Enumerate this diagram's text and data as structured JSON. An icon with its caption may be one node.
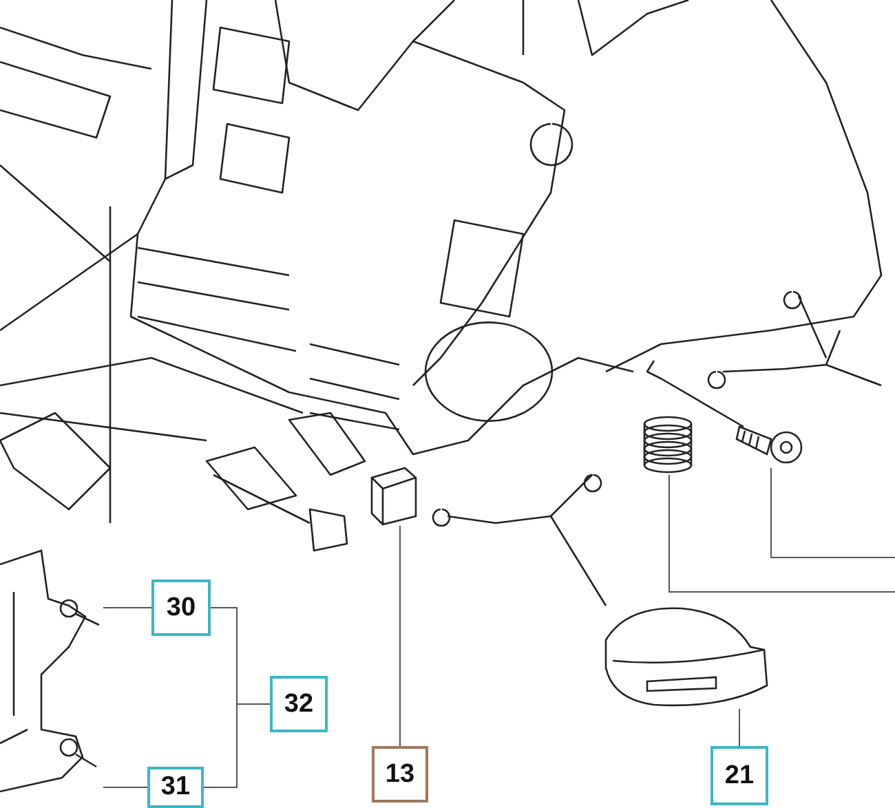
{
  "diagram": {
    "nodes": [
      {
        "text": [
          "30"
        ]
      },
      {
        "text": [
          "32"
        ]
      },
      {
        "text": [
          "31"
        ]
      },
      {
        "text": [
          "13"
        ]
      },
      {
        "text": [
          "21"
        ]
      },
      {
        "text": [],
        "shape": "picture"
      },
      {
        "text": [],
        "shape": "picture"
      },
      {
        "text": [],
        "shape": "picture"
      },
      {
        "text": [],
        "shape": "picture"
      },
      {
        "text": [],
        "shape": "picture"
      }
    ],
    "edges": [
      {
        "from": 0,
        "to": 5,
        "arrow": "none"
      },
      {
        "from": 1,
        "to": 0,
        "arrow": "none"
      },
      {
        "from": 1,
        "to": 2,
        "arrow": "none"
      },
      {
        "from": 2,
        "to": 5,
        "arrow": "none"
      },
      {
        "from": 3,
        "to": 6,
        "arrow": "none"
      },
      {
        "from": 4,
        "to": 7,
        "arrow": "none"
      },
      {
        "from": null,
        "to": 8,
        "arrow": "none"
      },
      {
        "from": null,
        "to": 9,
        "arrow": "none"
      }
    ]
  }
}
